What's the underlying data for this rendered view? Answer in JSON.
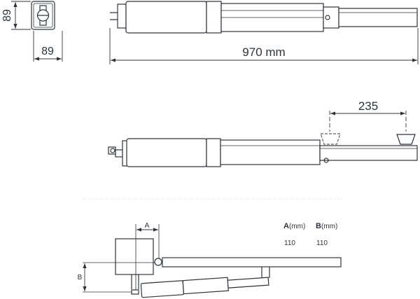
{
  "end_view": {
    "height_label": "89",
    "width_label": "89"
  },
  "side_view": {
    "length_label": "970 mm"
  },
  "stroke_view": {
    "stroke_label": "235"
  },
  "install_view": {
    "dim_a_label": "A",
    "dim_b_label": "B",
    "table": {
      "headers": [
        {
          "letter": "A",
          "unit": "(mm)"
        },
        {
          "letter": "B",
          "unit": "(mm)"
        }
      ],
      "values": [
        "110",
        "110"
      ]
    }
  },
  "colors": {
    "line": "#2a3540"
  }
}
